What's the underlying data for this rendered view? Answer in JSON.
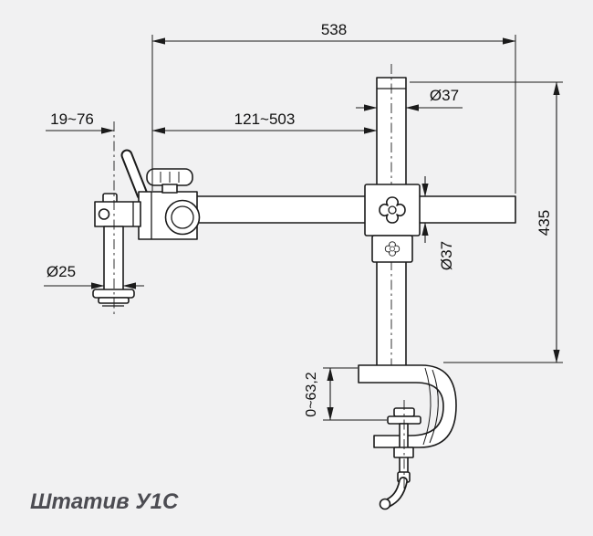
{
  "title": {
    "label": "Штатив У1С",
    "color": "#4c4c52"
  },
  "colors": {
    "background": "#f1f1f2",
    "line": "#1b1b1b",
    "dim_text": "#111111"
  },
  "dimensions": {
    "overall_width": "538",
    "arm_reach_range": "121~503",
    "head_offset_range": "19~76",
    "column_diameter": "Ø37",
    "arm_diameter": "Ø37",
    "post_diameter": "Ø25",
    "overall_height": "435",
    "clamp_opening_range": "0~63,2"
  }
}
